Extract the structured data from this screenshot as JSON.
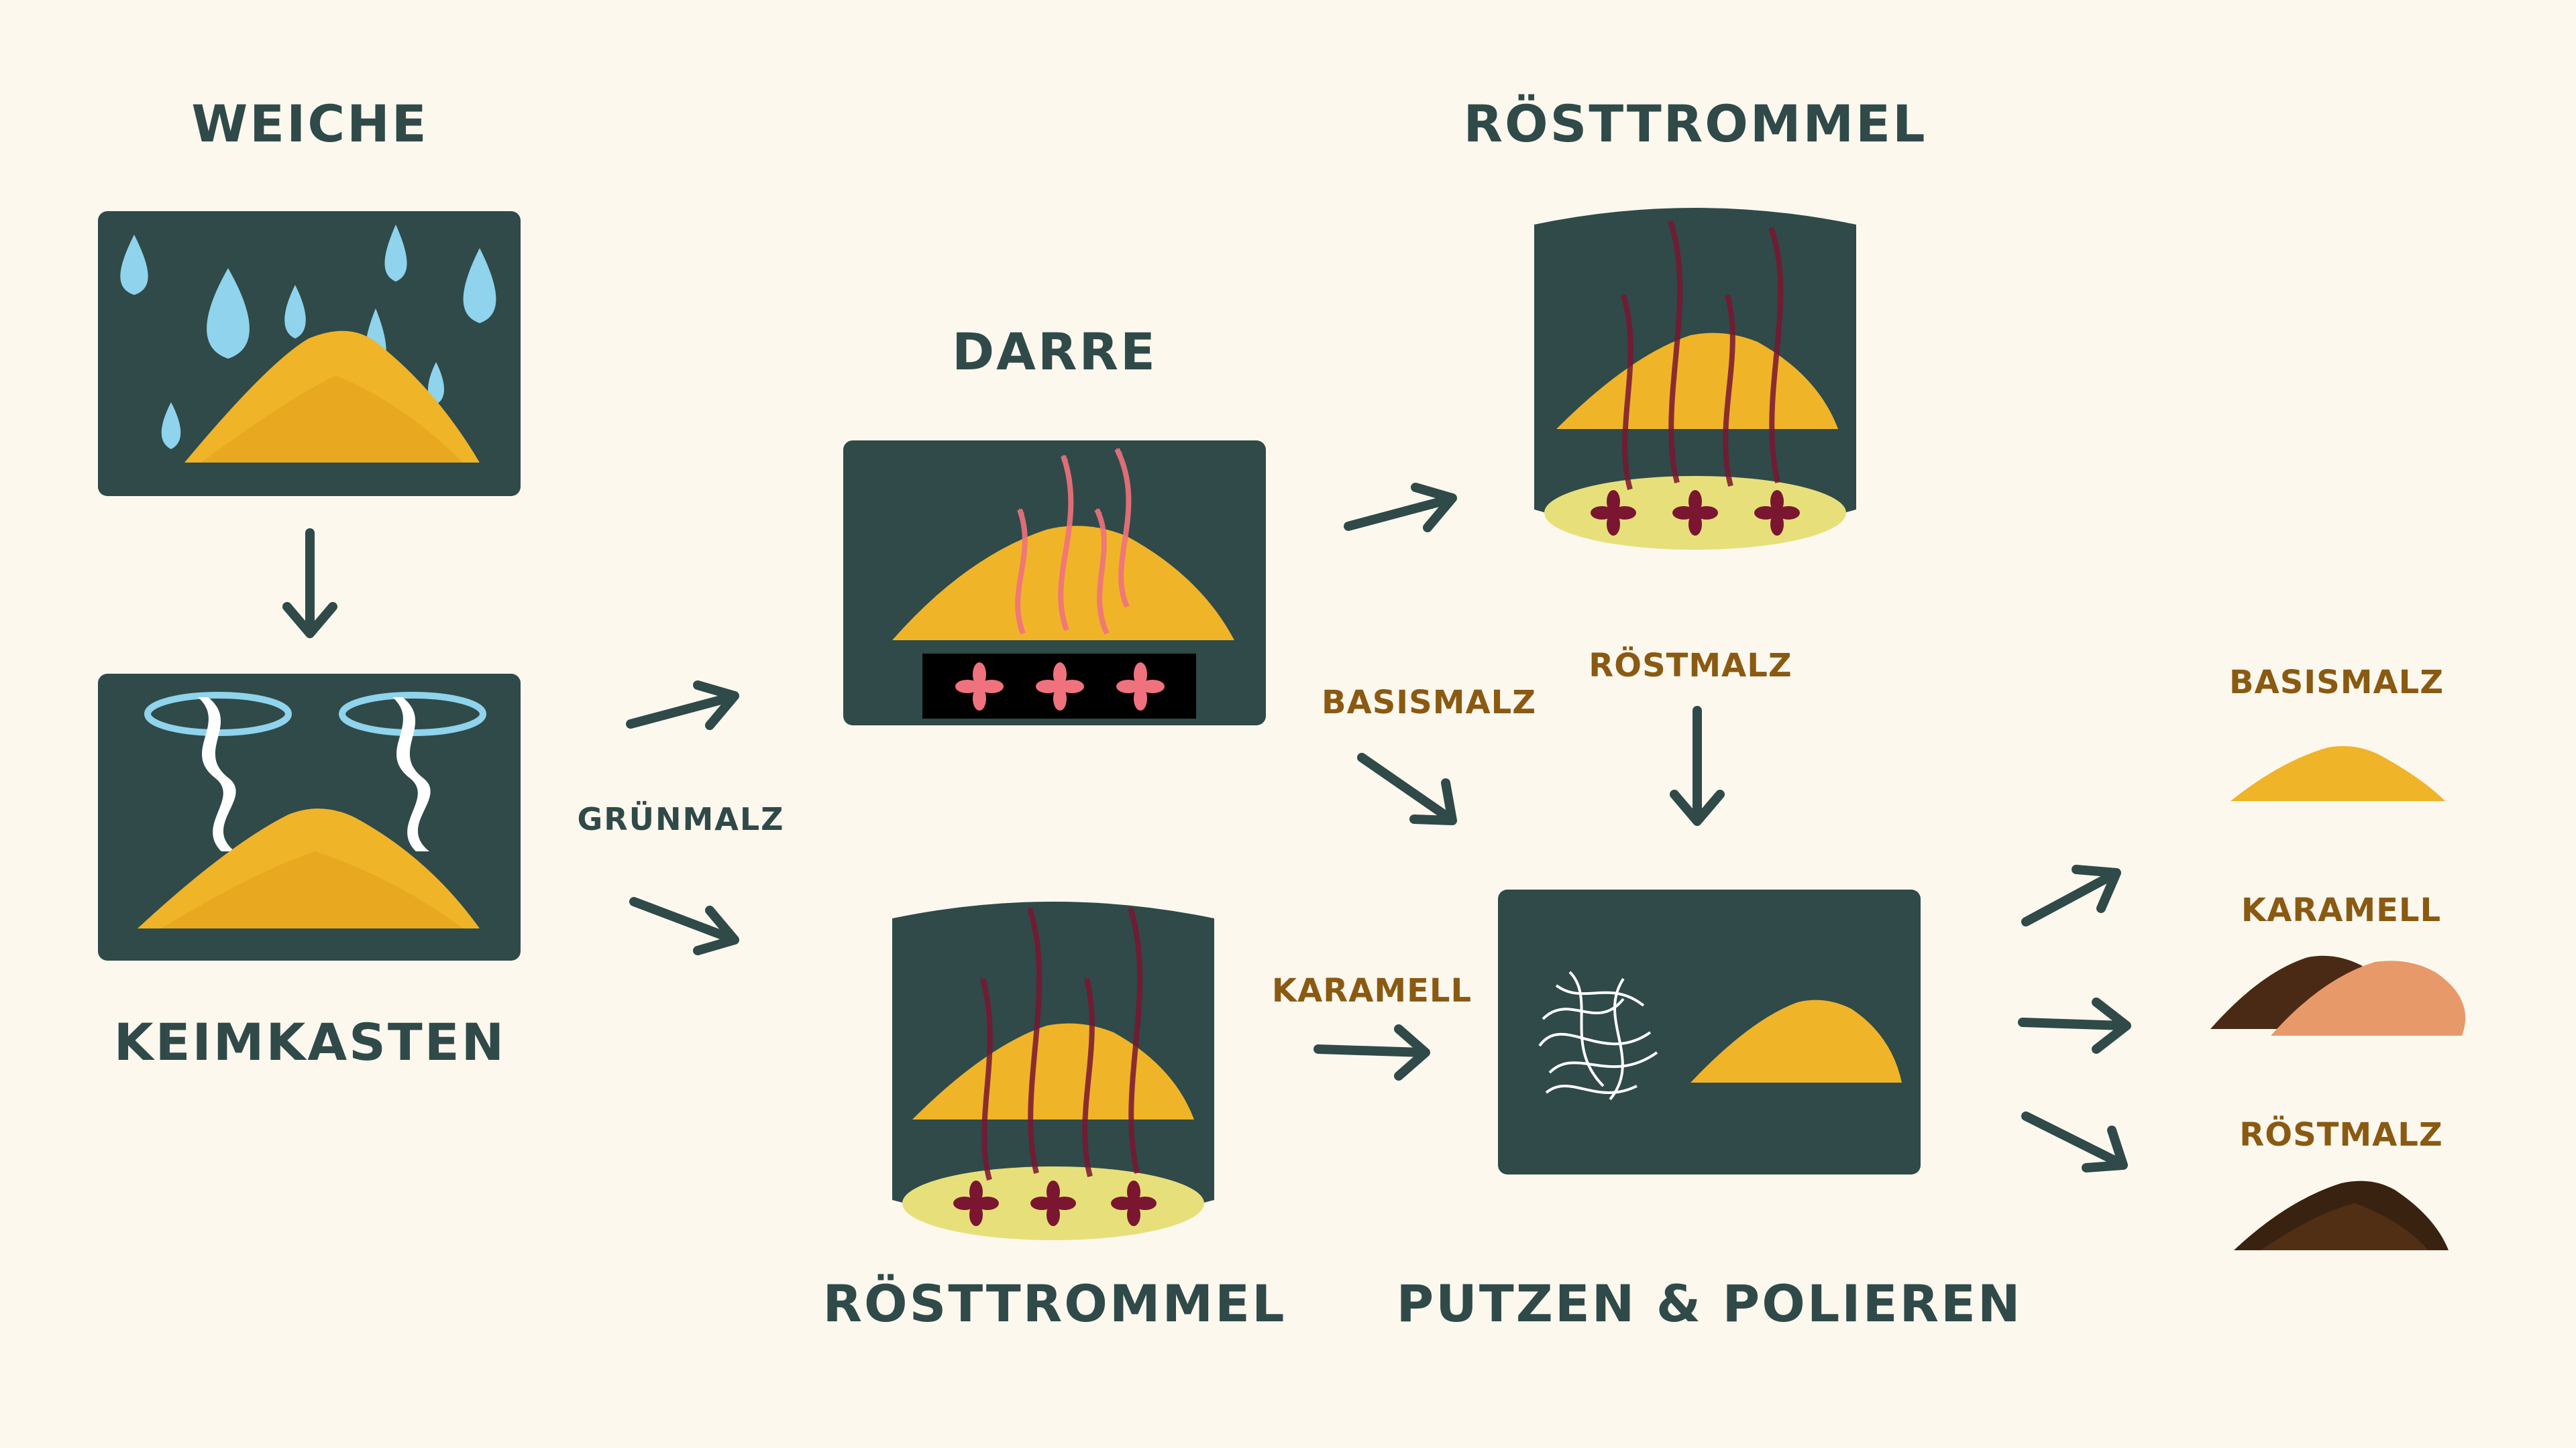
{
  "stages": {
    "weiche": "WEICHE",
    "keimkasten": "KEIMKASTEN",
    "darre": "DARRE",
    "roesttrommel_top": "RÖSTTROMMEL",
    "roesttrommel_bottom": "RÖSTTROMMEL",
    "putzen": "PUTZEN & POLIEREN"
  },
  "flows": {
    "gruenmalz": "GRÜNMALZ",
    "basismalz": "BASISMALZ",
    "roestmalz": "RÖSTMALZ",
    "karamell": "KARAMELL"
  },
  "products": {
    "basismalz": "BASISMALZ",
    "karamell": "KARAMELL",
    "roestmalz": "RÖSTMALZ"
  },
  "colors": {
    "background": "#fcf8ee",
    "panel": "#2f4a48",
    "label_dark": "#2f4a48",
    "label_brown": "#8a5a12",
    "grain": "#f0b429",
    "water": "#8fd3ec",
    "heat_light": "#f0727e",
    "heat_dark": "#7a1630",
    "drum_floor": "#e7e07a"
  }
}
